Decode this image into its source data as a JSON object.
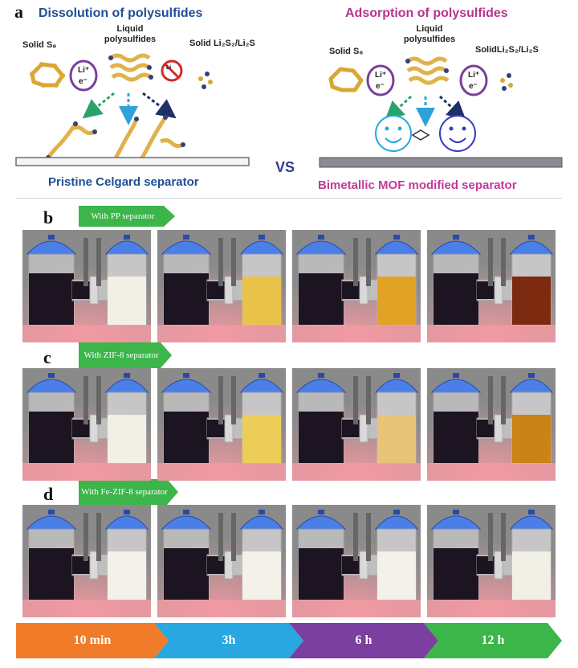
{
  "panel_a": {
    "letter": "a",
    "left_title": "Dissolution of polysulfides",
    "right_title": "Adsorption of polysulfides",
    "left_labels": {
      "solid_s8": "Solid S₈",
      "liquid": "Liquid polysulfides",
      "solid_li2s": "Solid Li₂S₂/Li₂S",
      "li": "Li⁺",
      "e": "e⁻"
    },
    "right_labels": {
      "solid_s8": "Solid S₈",
      "liquid": "Liquid polysulfides",
      "solid_li2s": "SolidLi₂S₂/Li₂S",
      "li": "Li⁺",
      "e": "e⁻"
    },
    "left_separator": "Pristine Celgard separator",
    "right_separator": "Bimetallic MOF modified separator",
    "vs": "VS"
  },
  "rows": [
    {
      "letter": "b",
      "tag": "With PP separator",
      "right_colors": [
        "#f1efe6",
        "#e9c24a",
        "#e2a224",
        "#7c2a10"
      ]
    },
    {
      "letter": "c",
      "tag": "With ZIF-8 separator",
      "right_colors": [
        "#f1efe6",
        "#eccd58",
        "#e7c477",
        "#c98317"
      ]
    },
    {
      "letter": "d",
      "tag": "With Fe-ZIF-8 separator",
      "right_colors": [
        "#f3f1ea",
        "#f3f1ea",
        "#f3f1ea",
        "#f2efe6"
      ]
    }
  ],
  "timeline": [
    "10 min",
    "3h",
    "6 h",
    "12 h"
  ],
  "colors": {
    "blue_title": "#1f4f95",
    "magenta_title": "#b7338d",
    "green_tag": "#3cb54a",
    "orange": "#f07c2a",
    "sky": "#28a7e0",
    "purple": "#7b3fa0",
    "cap_blue": "#4a7fe8",
    "dark_solution": "#1c1420",
    "pink_glow": "#f39aa2"
  }
}
